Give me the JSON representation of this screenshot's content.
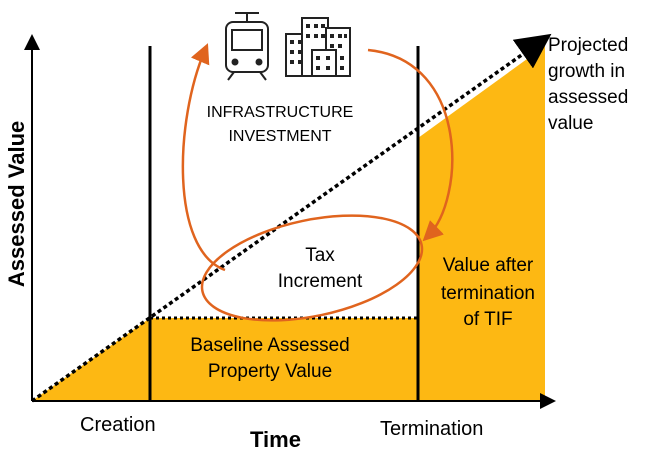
{
  "axes": {
    "y_label": "Assessed Value",
    "x_label": "Time"
  },
  "timeline": {
    "creation_label": "Creation",
    "termination_label": "Termination"
  },
  "infrastructure": {
    "line1": "INFRASTRUCTURE",
    "line2": "INVESTMENT",
    "icons": [
      "train-icon",
      "buildings-icon"
    ]
  },
  "tax_increment": {
    "line1": "Tax",
    "line2": "Increment"
  },
  "baseline": {
    "line1": "Baseline Assessed",
    "line2": "Property Value"
  },
  "after_termination": {
    "line1": "Value after",
    "line2": "termination",
    "line3": "of TIF"
  },
  "projected": {
    "line1": "Projected",
    "line2": "growth in",
    "line3": "assessed",
    "line4": "value"
  },
  "colors": {
    "fill": "#FDB813",
    "arrow": "#E0641E",
    "line": "#000000"
  }
}
